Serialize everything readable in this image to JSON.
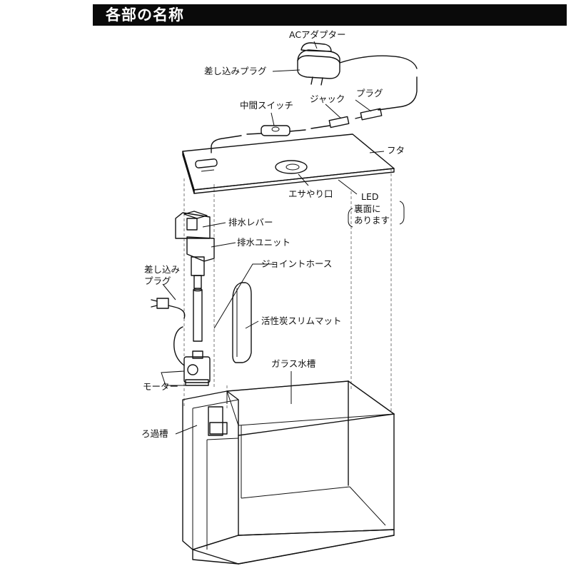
{
  "header": {
    "title": "各部の名称"
  },
  "labels": {
    "ac_adapter": "ACアダプター",
    "plug_insert_top": "差し込みプラグ",
    "plug": "プラグ",
    "jack": "ジャック",
    "inline_switch": "中間スイッチ",
    "lid": "フタ",
    "feeding_port": "エサやり口",
    "led": "LED",
    "led_note_1": "裏面に",
    "led_note_2": "あります",
    "drain_lever": "排水レバー",
    "drain_unit": "排水ユニット",
    "joint_hose": "ジョイントホース",
    "plug_insert_left_1": "差し込み",
    "plug_insert_left_2": "プラグ",
    "carbon_mat": "活性炭スリムマット",
    "glass_tank": "ガラス水槽",
    "motor": "モーター",
    "filter_tank": "ろ過槽"
  },
  "colors": {
    "title_bar": "#0a0a0a",
    "title_text": "#ffffff",
    "line": "#111111"
  }
}
